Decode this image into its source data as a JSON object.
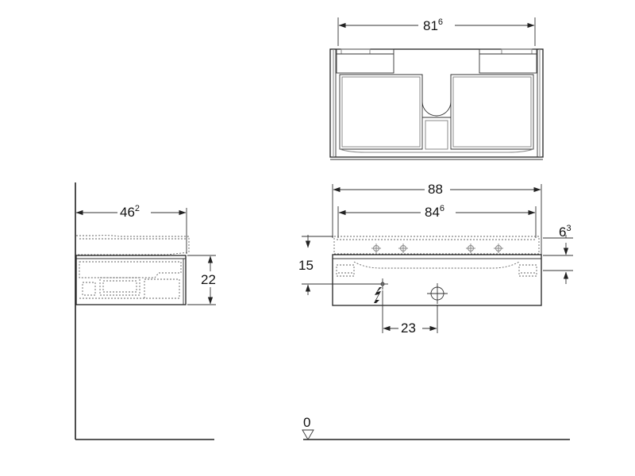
{
  "top_view": {
    "width_main": "81",
    "width_sup": "6"
  },
  "side_view": {
    "depth_main": "46",
    "depth_sup": "2",
    "height": "22"
  },
  "front_view": {
    "overall_width": "88",
    "inner_width_main": "84",
    "inner_width_sup": "6",
    "top_offset_main": "6",
    "top_offset_sup": "3",
    "left_height": "15",
    "connection_spacing": "23"
  },
  "floor": {
    "level": "0"
  }
}
